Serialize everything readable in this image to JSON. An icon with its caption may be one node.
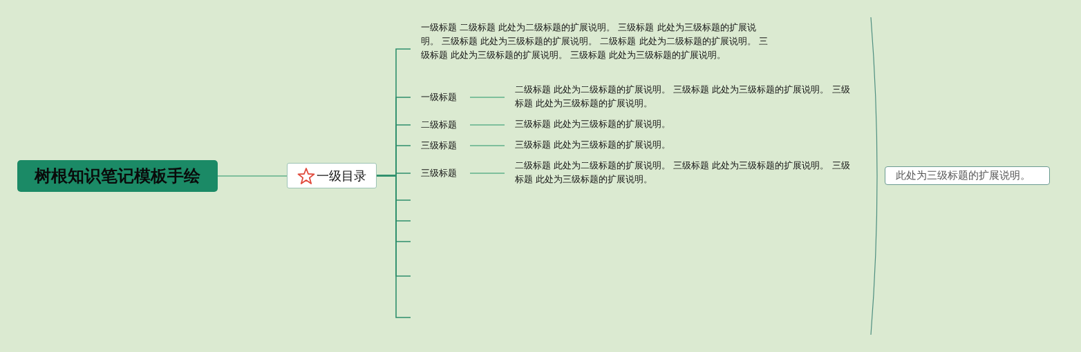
{
  "diagram": {
    "nodes": [
      {
        "text": [
          "树根知识笔记模板手绘"
        ]
      },
      {
        "text": [
          "一级目录"
        ]
      },
      {
        "text": [
          "一级标题 二级标题 此处为二级标题的扩展说明。 三级标题 此处为三级标题的扩展说明。 三级标题 此处为三级标题的扩展说明。 二级标题 此处为二级标题的扩展说明。 三级标题 此处为三级标题的扩展说明。 三级标题 此处为三级标题的扩展说明。"
        ]
      },
      {
        "text": [
          "一级标题"
        ]
      },
      {
        "text": [
          "二级标题 此处为二级标题的扩展说明。 三级标题 此处为三级标题的扩展说明。 三级标题 此处为三级标题的扩展说明。"
        ]
      },
      {
        "text": [
          "二级标题"
        ]
      },
      {
        "text": [
          "三级标题 此处为三级标题的扩展说明。"
        ]
      },
      {
        "text": [
          "三级标题"
        ]
      },
      {
        "text": [
          "三级标题 此处为三级标题的扩展说明。"
        ]
      },
      {
        "text": [
          "三级标题"
        ]
      },
      {
        "text": [
          "二级标题 此处为二级标题的扩展说明。 三级标题 此处为三级标题的扩展说明。 三级标题 此处为三级标题的扩展说明。"
        ]
      },
      {
        "text": [
          "此处为三级标题的扩展说明。"
        ]
      }
    ],
    "edges": [
      {
        "from": 0,
        "to": 1,
        "arrow": "none"
      },
      {
        "from": 1,
        "to": 2,
        "arrow": "none"
      },
      {
        "from": 1,
        "to": 3,
        "arrow": "none"
      },
      {
        "from": 3,
        "to": 4,
        "arrow": "none"
      },
      {
        "from": 1,
        "to": 5,
        "arrow": "none"
      },
      {
        "from": 5,
        "to": 6,
        "arrow": "none"
      },
      {
        "from": 1,
        "to": 7,
        "arrow": "none"
      },
      {
        "from": 7,
        "to": 8,
        "arrow": "none"
      },
      {
        "from": 1,
        "to": 9,
        "arrow": "none"
      },
      {
        "from": 9,
        "to": 10,
        "arrow": "none"
      },
      {
        "from": 1,
        "to": null,
        "arrow": "none"
      },
      {
        "from": 1,
        "to": null,
        "arrow": "none"
      },
      {
        "from": 1,
        "to": null,
        "arrow": "none"
      },
      {
        "from": 1,
        "to": null,
        "arrow": "none"
      },
      {
        "from": 1,
        "to": null,
        "arrow": "none"
      }
    ]
  }
}
